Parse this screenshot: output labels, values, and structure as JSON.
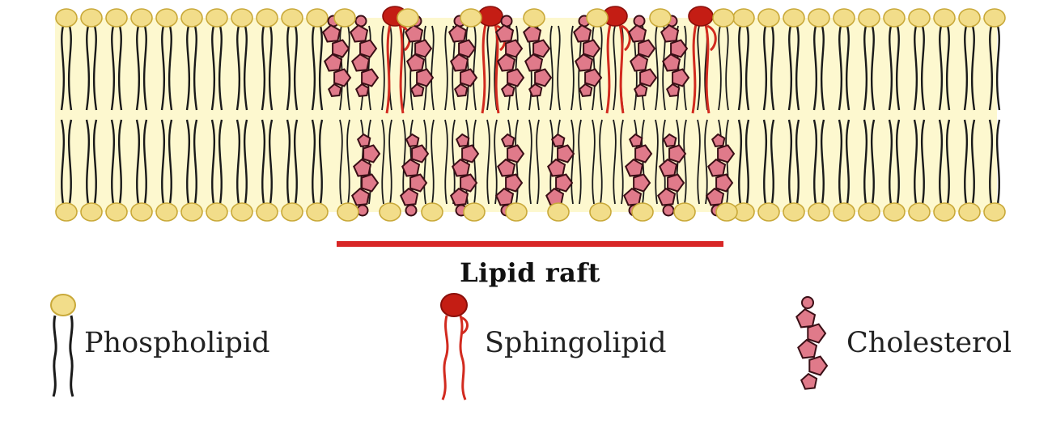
{
  "raft_label": "Lipid raft",
  "legend": [
    {
      "label": "Phospholipid",
      "icon": "phospholipid-icon"
    },
    {
      "label": "Sphingolipid",
      "icon": "sphingolipid-icon"
    },
    {
      "label": "Cholesterol",
      "icon": "cholesterol-icon"
    }
  ],
  "colors": {
    "phospholipid_head": "#f2dd8a",
    "phospholipid_head_stroke": "#c9a93a",
    "membrane_fill": "#fdf8cf",
    "tail_stroke": "#1a1a1a",
    "sphingolipid": "#d22a1f",
    "sphingolipid_head": "#c41d14",
    "cholesterol_fill": "#e07a8a",
    "cholesterol_stroke": "#3a0f16",
    "raft_bar": "#d82626"
  }
}
